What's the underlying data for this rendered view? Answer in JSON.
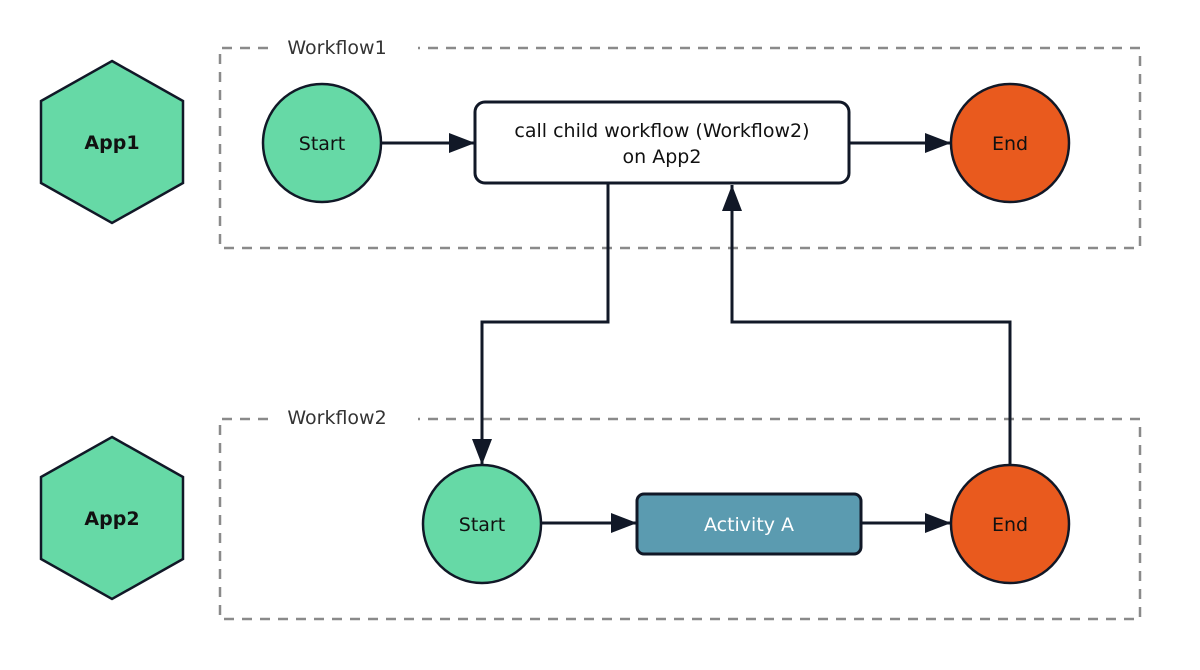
{
  "colors": {
    "start": "#66d9a6",
    "end": "#e95a1e",
    "activity": "#5b9bb0",
    "app": "#66d9a6",
    "stroke": "#111827",
    "lane_border": "#8a8a8a"
  },
  "apps": {
    "app1": {
      "label": "App1"
    },
    "app2": {
      "label": "App2"
    }
  },
  "workflow1": {
    "title": "Workflow1",
    "start_label": "Start",
    "task_line1": "call child workflow (Workflow2)",
    "task_line2": "on App2",
    "end_label": "End"
  },
  "workflow2": {
    "title": "Workflow2",
    "start_label": "Start",
    "activity_label": "Activity A",
    "end_label": "End"
  }
}
